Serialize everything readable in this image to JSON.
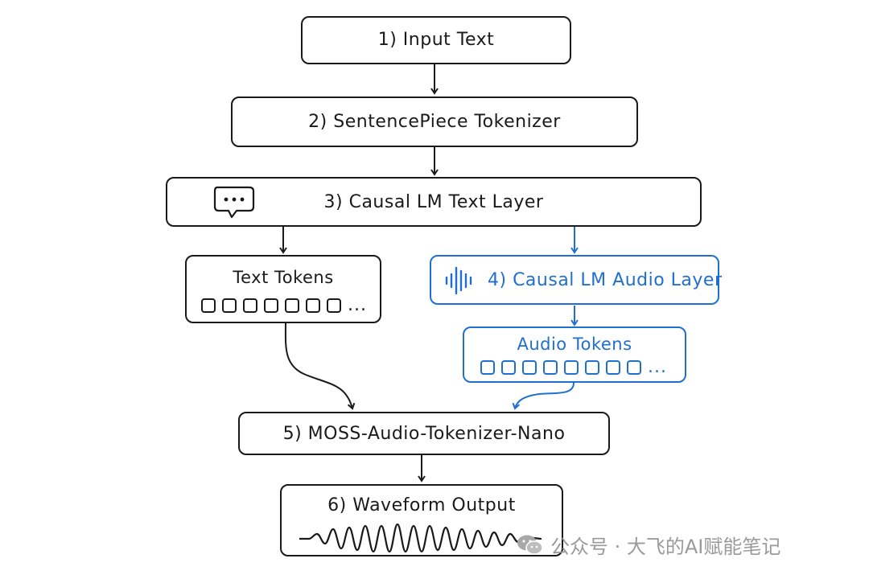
{
  "nodes": {
    "input_text": "1) Input Text",
    "tokenizer": "2) SentencePiece Tokenizer",
    "text_layer": "3) Causal LM Text Layer",
    "text_tokens": "Text Tokens",
    "audio_layer": "4) Causal LM Audio Layer",
    "audio_tokens": "Audio Tokens",
    "audio_tokenizer": "5) MOSS-Audio-Tokenizer-Nano",
    "waveform": "6) Waveform Output"
  },
  "token_ellipsis": "...",
  "watermark": "公众号 · 大飞的AI赋能笔记",
  "colors": {
    "ink": "#1a1a1a",
    "audio_path": "#1f6fd1",
    "watermark": "#9a9a9a"
  },
  "icons": [
    "chat-bubble-icon",
    "audio-waveform-icon",
    "wechat-icon"
  ]
}
